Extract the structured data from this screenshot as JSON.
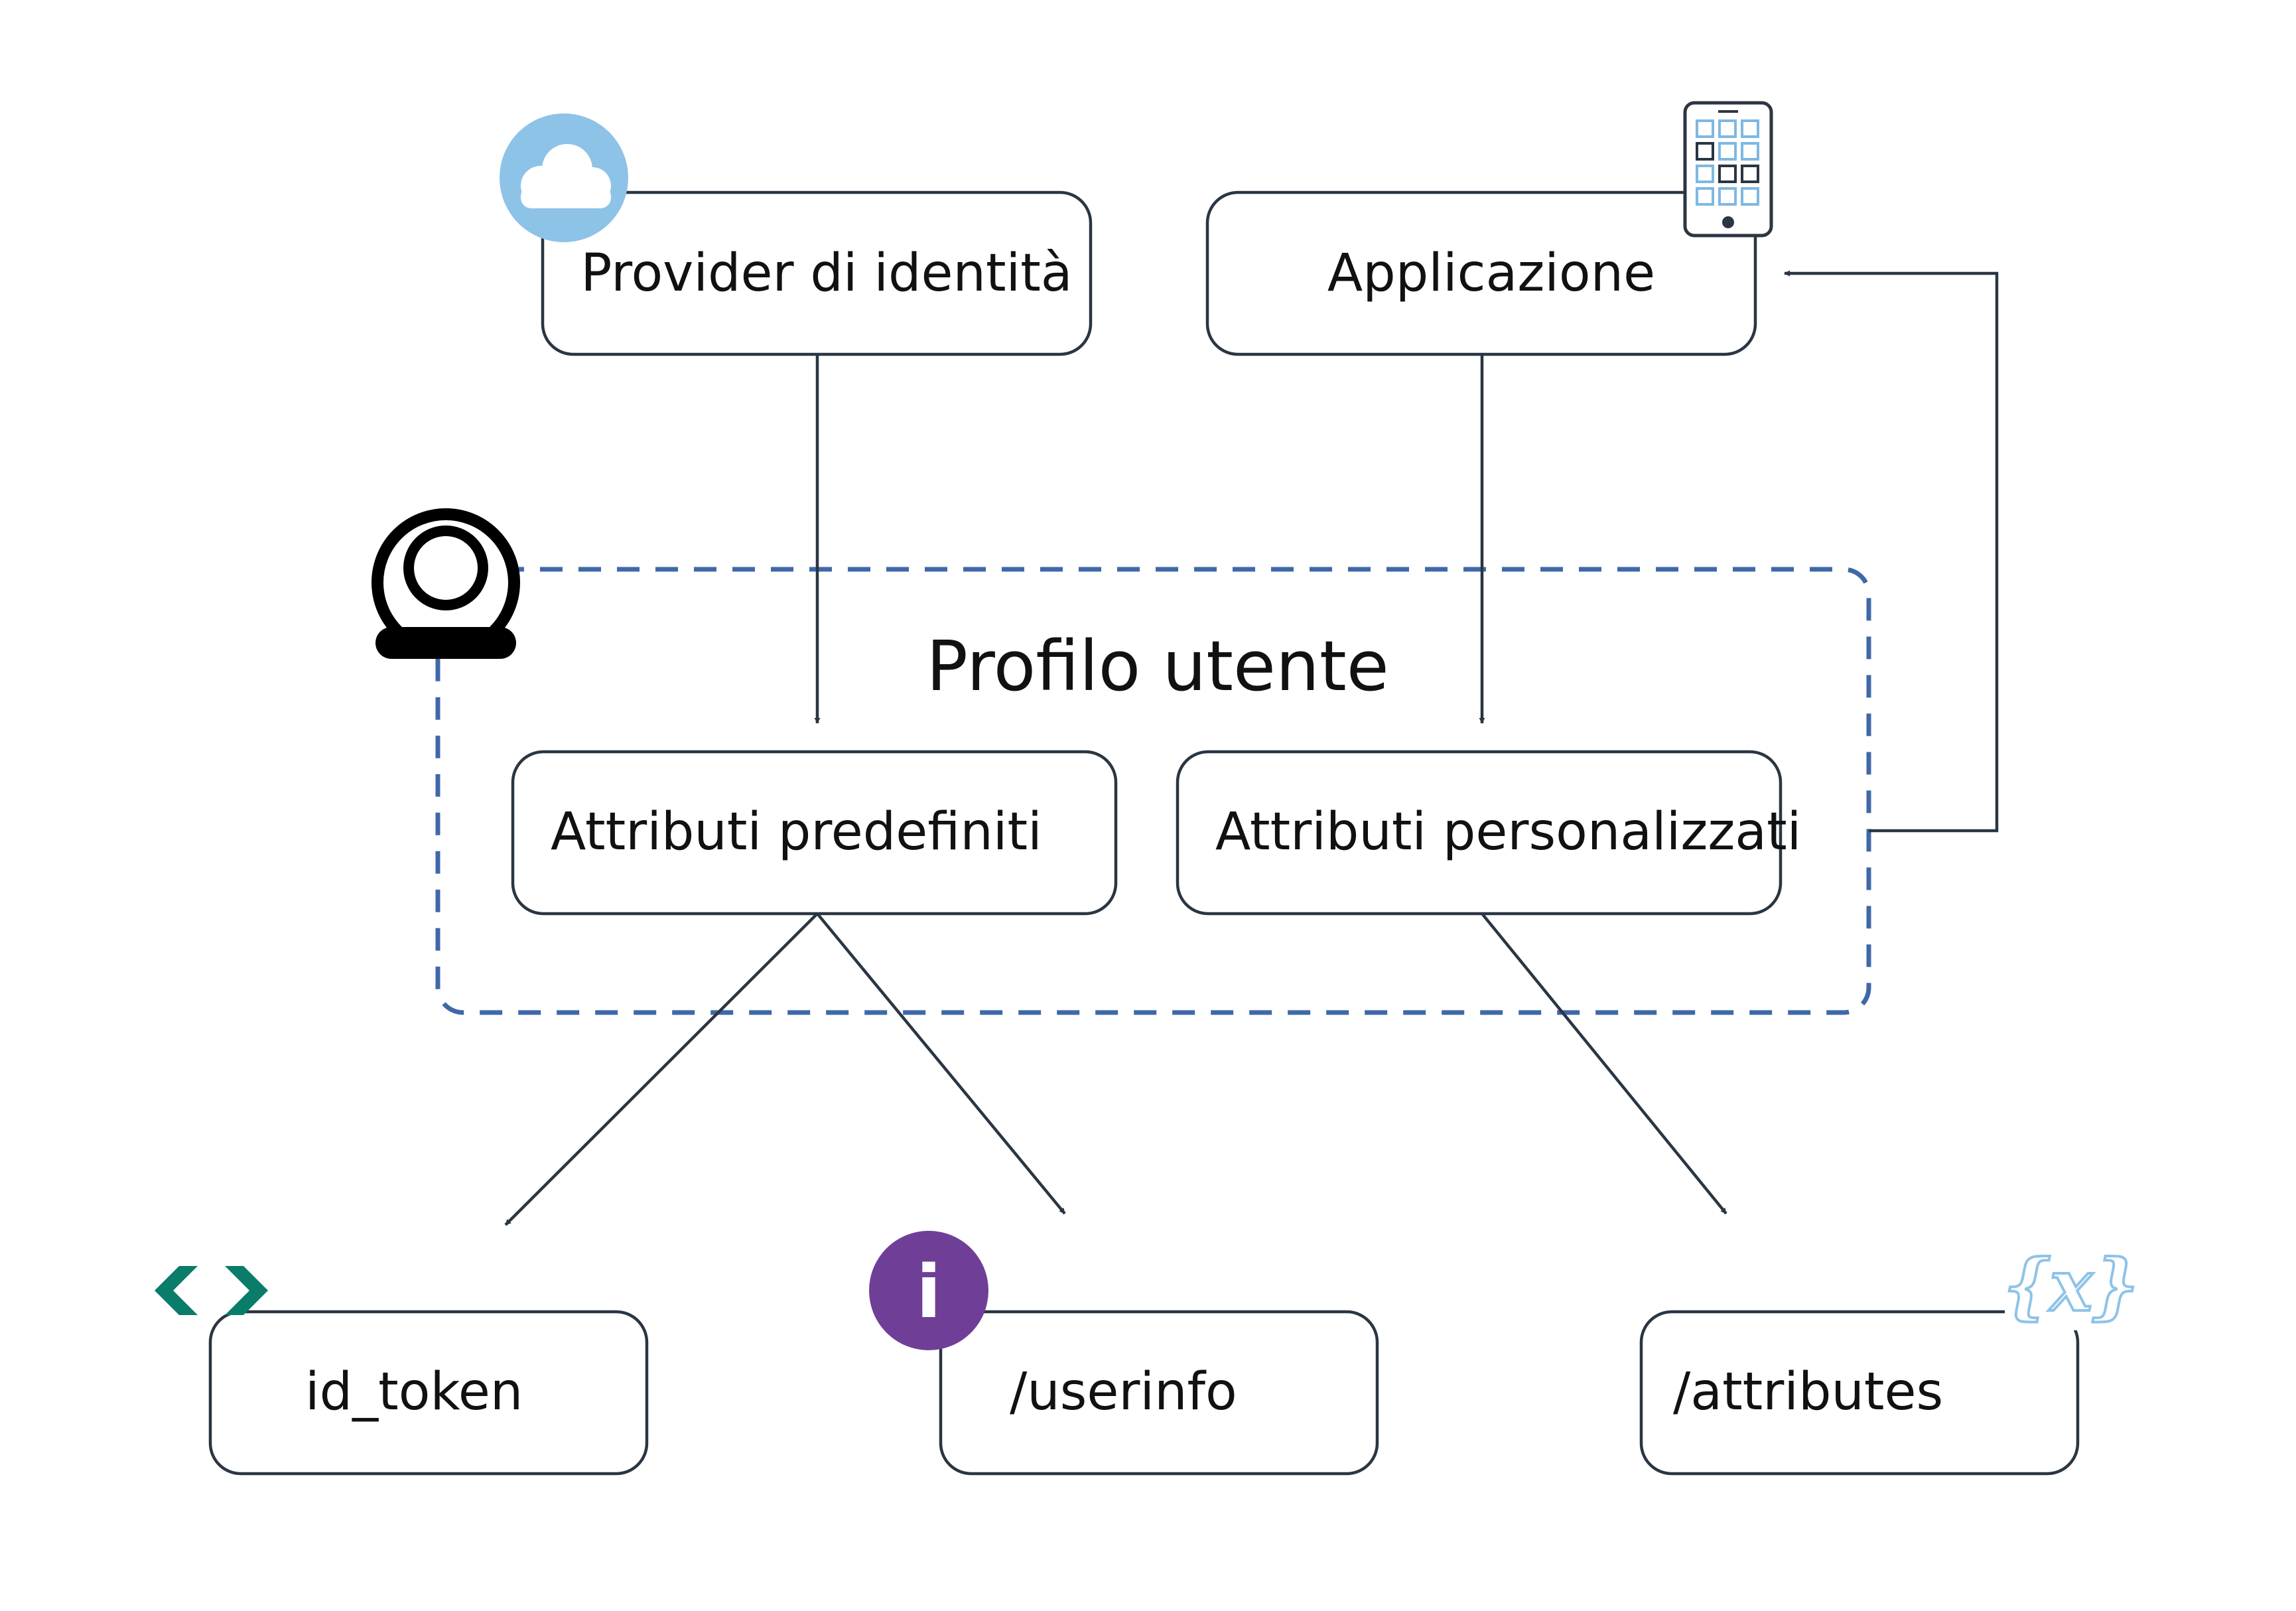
{
  "diagram": {
    "container_label": "Profilo utente",
    "nodes": {
      "identity_provider": "Provider di identità",
      "application": "Applicazione",
      "predefined_attributes": "Attributi predefiniti",
      "custom_attributes": "Attributi personalizzati",
      "id_token": "id_token",
      "userinfo": "/userinfo",
      "attributes": "/attributes"
    },
    "icons": {
      "identity_provider": "cloud-icon",
      "application": "mobile-apps-icon",
      "container": "user-profile-icon",
      "id_token": "code-brackets-icon",
      "userinfo": "info-icon",
      "attributes": "variable-icon"
    },
    "icon_glyphs": {
      "info": "i",
      "variable": "{x}"
    },
    "colors": {
      "stroke": "#2a3642",
      "dashed_container": "#3f68a8",
      "cloud_badge": "#8ec3e8",
      "code_icon": "#0a7c6a",
      "info_badge": "#6f3f97",
      "variable_icon": "#8ec3e8",
      "phone_tiles": "#7fb8e2"
    }
  }
}
